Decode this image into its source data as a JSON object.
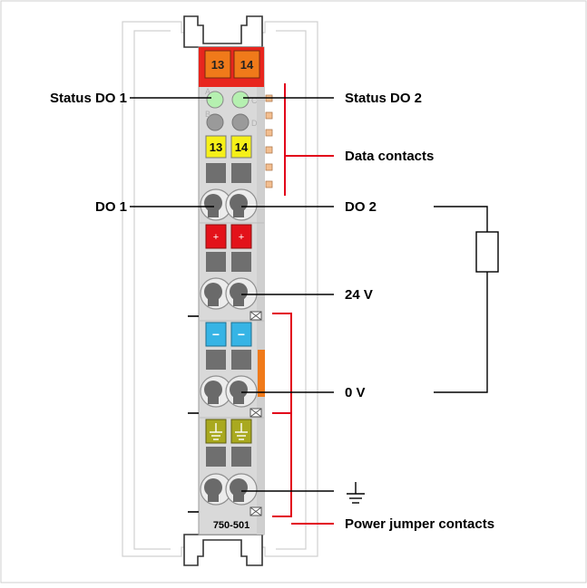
{
  "module": {
    "part_number": "750-501",
    "header_markers": [
      "13",
      "14"
    ],
    "channel_markers": [
      "13",
      "14"
    ],
    "plus_symbol": "+",
    "minus_symbol": "−",
    "led_letters": [
      "A",
      "C",
      "B",
      "D"
    ]
  },
  "labels": {
    "status_do1": "Status DO 1",
    "status_do2": "Status DO 2",
    "data_contacts": "Data contacts",
    "do1": "DO 1",
    "do2": "DO 2",
    "v24": "24 V",
    "v0": "0 V",
    "ground_symbol": "⏚",
    "power_jumper_contacts": "Power jumper contacts"
  },
  "colors": {
    "module_body": "#d9d9d9",
    "header_red": "#e8261e",
    "marker_orange": "#f07a1a",
    "marker_yellow": "#f6f018",
    "plus_red": "#e3121a",
    "minus_blue": "#36b4e5",
    "ground_olive": "#a9a91f",
    "led_green": "#b5f0b0",
    "bracket_red": "#e2001a",
    "data_contact_tan": "#f3bf90",
    "rail_outline": "#d0d0d0"
  }
}
